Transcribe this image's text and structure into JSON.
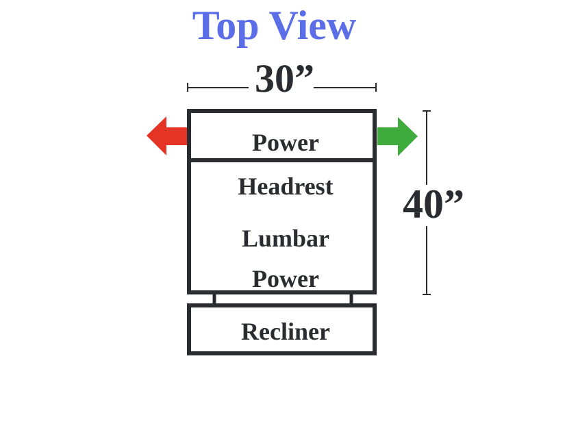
{
  "title": "Top View",
  "width_label": "30”",
  "height_label": "40”",
  "zones": {
    "power_top": "Power",
    "headrest": "Headrest",
    "lumbar": "Lumbar",
    "power_bottom": "Power",
    "recliner": "Recliner"
  },
  "icons": {
    "left_arrow": "arrow-left-icon",
    "right_arrow": "arrow-right-icon"
  },
  "colors": {
    "title": "#5b6ee8",
    "outline": "#2b2c30",
    "left_arrow": "#e43425",
    "right_arrow": "#3eab3c"
  }
}
